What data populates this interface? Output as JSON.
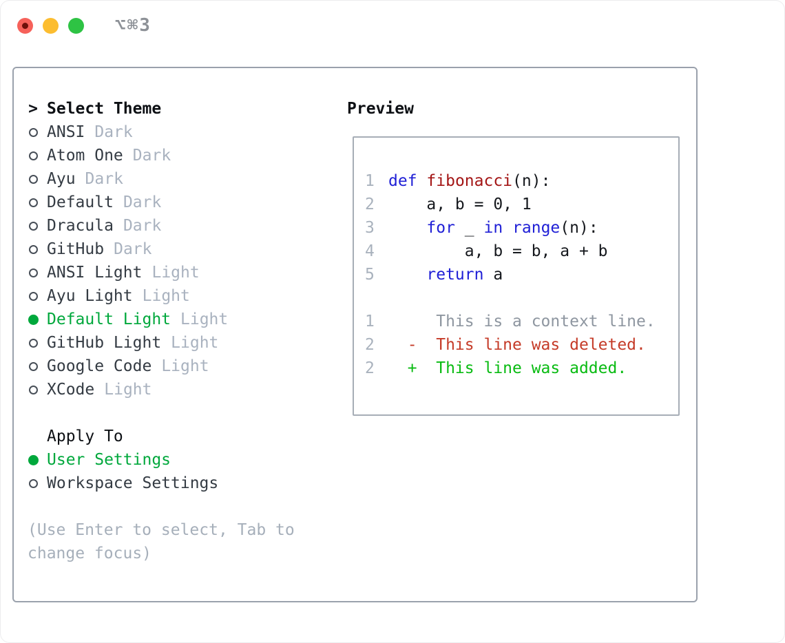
{
  "titlebar": {
    "shortcut": "⌥⌘3",
    "traffic_light_colors": {
      "close": "#f6615a",
      "minimize": "#fcbd30",
      "zoom": "#2ec344"
    }
  },
  "theme_panel": {
    "caret": ">",
    "title": "Select Theme",
    "items": [
      {
        "name": "ANSI",
        "variant": "Dark",
        "selected": false
      },
      {
        "name": "Atom One",
        "variant": "Dark",
        "selected": false
      },
      {
        "name": "Ayu",
        "variant": "Dark",
        "selected": false
      },
      {
        "name": "Default",
        "variant": "Dark",
        "selected": false
      },
      {
        "name": "Dracula",
        "variant": "Dark",
        "selected": false
      },
      {
        "name": "GitHub",
        "variant": "Dark",
        "selected": false
      },
      {
        "name": "ANSI Light",
        "variant": "Light",
        "selected": false
      },
      {
        "name": "Ayu Light",
        "variant": "Light",
        "selected": false
      },
      {
        "name": "Default Light",
        "variant": "Light",
        "selected": true
      },
      {
        "name": "GitHub Light",
        "variant": "Light",
        "selected": false
      },
      {
        "name": "Google Code",
        "variant": "Light",
        "selected": false
      },
      {
        "name": "XCode",
        "variant": "Light",
        "selected": false
      }
    ]
  },
  "apply_to": {
    "title": "Apply To",
    "options": [
      {
        "label": "User Settings",
        "selected": true
      },
      {
        "label": "Workspace Settings",
        "selected": false
      }
    ]
  },
  "help_text": "(Use Enter to select, Tab to change focus)",
  "preview": {
    "title": "Preview",
    "code_lines": [
      {
        "num": "1",
        "segments": [
          {
            "role": "keyword",
            "t": "def"
          },
          {
            "role": "plain",
            "t": " "
          },
          {
            "role": "function",
            "t": "fibonacci"
          },
          {
            "role": "plain",
            "t": "(n):"
          }
        ]
      },
      {
        "num": "2",
        "segments": [
          {
            "role": "plain",
            "t": "    a, b = 0, 1"
          }
        ]
      },
      {
        "num": "3",
        "segments": [
          {
            "role": "plain",
            "t": "    "
          },
          {
            "role": "keyword",
            "t": "for"
          },
          {
            "role": "plain",
            "t": " _ "
          },
          {
            "role": "keyword",
            "t": "in"
          },
          {
            "role": "plain",
            "t": " "
          },
          {
            "role": "keyword",
            "t": "range"
          },
          {
            "role": "plain",
            "t": "(n):"
          }
        ]
      },
      {
        "num": "4",
        "segments": [
          {
            "role": "plain",
            "t": "        a, b = b, a + b"
          }
        ]
      },
      {
        "num": "5",
        "segments": [
          {
            "role": "plain",
            "t": "    "
          },
          {
            "role": "keyword",
            "t": "return"
          },
          {
            "role": "plain",
            "t": " a"
          }
        ]
      }
    ],
    "diff_lines": [
      {
        "num": "1",
        "type": "context",
        "marker": "",
        "text": "This is a context line.",
        "display": "     This is a context line."
      },
      {
        "num": "2",
        "type": "deleted",
        "marker": "-",
        "text": "This line was deleted.",
        "display": "  -  This line was deleted."
      },
      {
        "num": "2",
        "type": "added",
        "marker": "+",
        "text": "This line was added.",
        "display": "  +  This line was added."
      }
    ]
  },
  "colors": {
    "selected_green": "#00a83c",
    "added_green": "#09bb12",
    "deleted_red": "#c53b28",
    "keyword_blue": "#2020d6",
    "function_red": "#a31515",
    "text_dark": "#343b43",
    "muted_gray": "#a9b2bf",
    "border_gray": "#9aa1ac"
  }
}
